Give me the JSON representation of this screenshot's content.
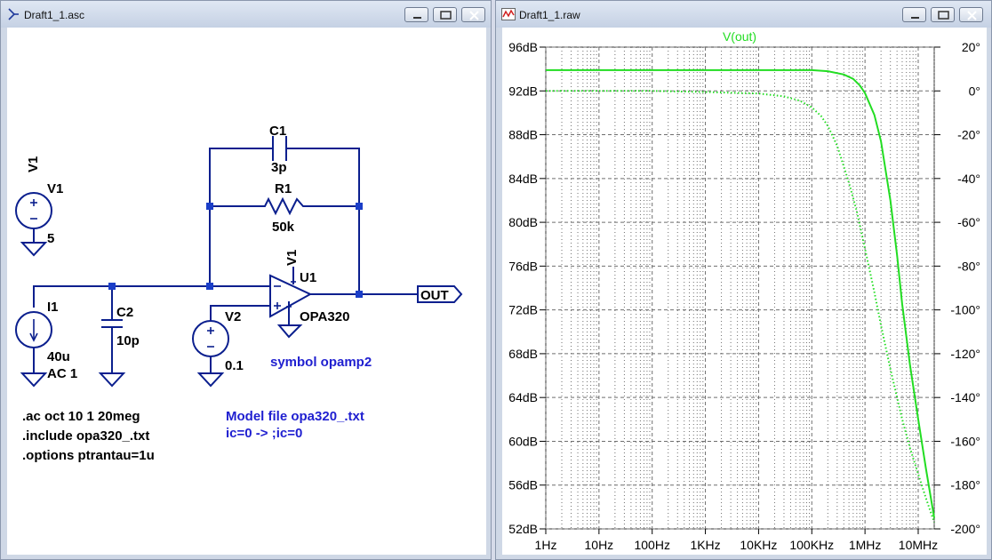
{
  "schematic_window": {
    "title": "Draft1_1.asc",
    "labels": {
      "v1_ref": "V1",
      "v1_val": "5",
      "v1_pin": "V1",
      "c1_ref": "C1",
      "c1_val": "3p",
      "r1_ref": "R1",
      "r1_val": "50k",
      "u1_ref": "U1",
      "u1_model": "OPA320",
      "i1_ref": "I1",
      "i1_val": "40u",
      "i1_ac": "AC 1",
      "c2_ref": "C2",
      "c2_val": "10p",
      "v2_ref": "V2",
      "v2_val": "0.1",
      "out_label": "OUT",
      "symbol_note": "symbol opamp2",
      "directive1": ".ac oct 10 1 20meg",
      "directive2": ".include opa320_.txt",
      "directive3": ".options ptrantau=1u",
      "comment1": "Model file opa320_.txt",
      "comment2": "ic=0 -> ;ic=0"
    }
  },
  "waveform_window": {
    "title": "Draft1_1.raw"
  },
  "colors": {
    "wire": "#0b1f8e",
    "junction": "#1b3ec8",
    "comment": "#1f1fd0",
    "trace": "#22dd22",
    "grid": "#6f6f6f",
    "window_frame": "#cfd8e6"
  },
  "chart_data": {
    "type": "line",
    "title": "V(out)",
    "x_scale": "log",
    "x_range_hz": [
      1,
      20000000
    ],
    "x_tick_labels": [
      "1Hz",
      "10Hz",
      "100Hz",
      "1KHz",
      "10KHz",
      "100KHz",
      "1MHz",
      "10MHz"
    ],
    "y_left_range_db": [
      52,
      96
    ],
    "y_left_tick_labels": [
      "96dB",
      "92dB",
      "88dB",
      "84dB",
      "80dB",
      "76dB",
      "72dB",
      "68dB",
      "64dB",
      "60dB",
      "56dB",
      "52dB"
    ],
    "y_right_range_deg": [
      -200,
      20
    ],
    "y_right_tick_labels": [
      "20°",
      "0°",
      "-20°",
      "-40°",
      "-60°",
      "-80°",
      "-100°",
      "-120°",
      "-140°",
      "-160°",
      "-180°",
      "-200°"
    ],
    "grid": true,
    "series": [
      {
        "name": "V(out)",
        "kind": "magnitude",
        "style": "solid",
        "x": [
          1,
          10,
          100,
          1000,
          10000,
          100000,
          200000,
          400000,
          600000,
          800000,
          1000000,
          1500000,
          2000000,
          3000000,
          4000000,
          5000000,
          7000000,
          10000000,
          14000000,
          20000000
        ],
        "y": [
          93.9,
          93.9,
          93.9,
          93.9,
          93.9,
          93.9,
          93.8,
          93.5,
          93.1,
          92.5,
          91.8,
          89.8,
          87.4,
          82.0,
          77.0,
          72.5,
          67.0,
          62.0,
          57.5,
          53.0
        ]
      },
      {
        "name": "V(out)",
        "kind": "phase",
        "style": "dotted",
        "x": [
          1,
          10,
          100,
          1000,
          10000,
          30000,
          60000,
          100000,
          150000,
          200000,
          300000,
          500000,
          700000,
          1000000,
          1500000,
          2000000,
          3000000,
          5000000,
          7000000,
          10000000,
          14000000,
          20000000
        ],
        "y": [
          0,
          0,
          0,
          -0.5,
          -1.2,
          -2.5,
          -4.5,
          -7.5,
          -11.5,
          -16,
          -25,
          -42,
          -55,
          -72,
          -92,
          -107,
          -127,
          -150,
          -163,
          -175,
          -186,
          -197
        ]
      }
    ]
  }
}
